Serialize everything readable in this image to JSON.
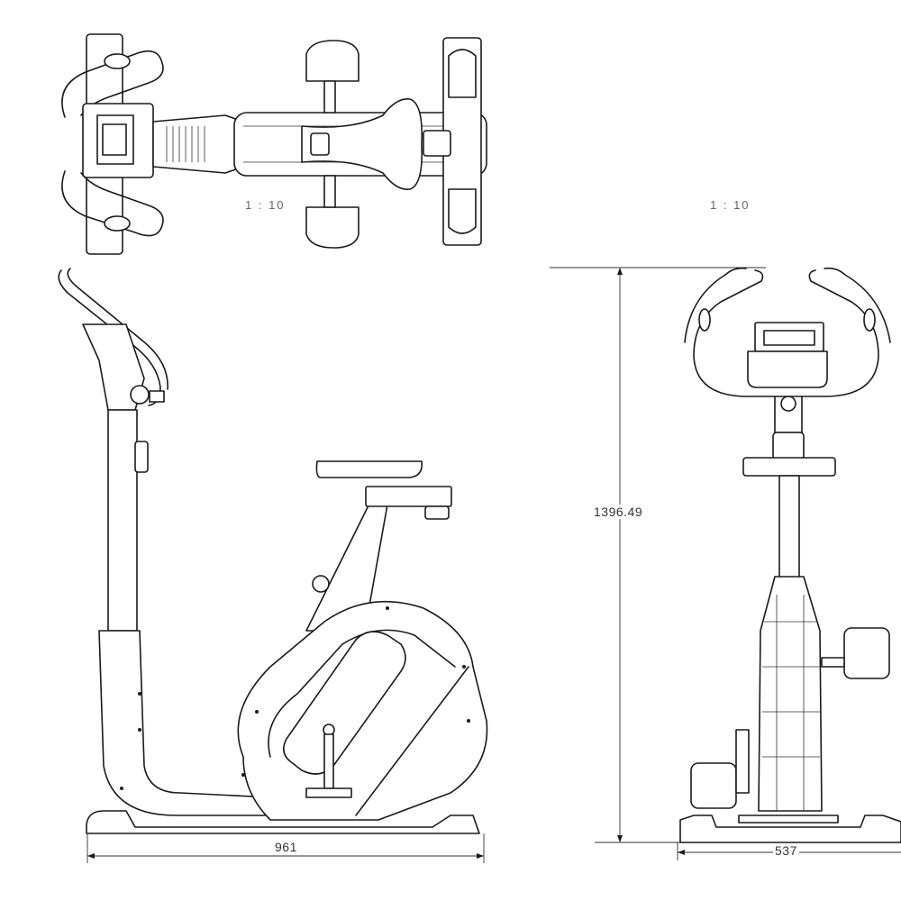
{
  "views": {
    "top": {
      "scale": "1 : 10"
    },
    "side": {
      "scale": "1 : 10",
      "width_dimension": "961"
    },
    "front": {
      "height_dimension": "1396.49",
      "width_dimension": "537"
    }
  },
  "colors": {
    "line": "#1a1a1a",
    "background": "#ffffff"
  }
}
